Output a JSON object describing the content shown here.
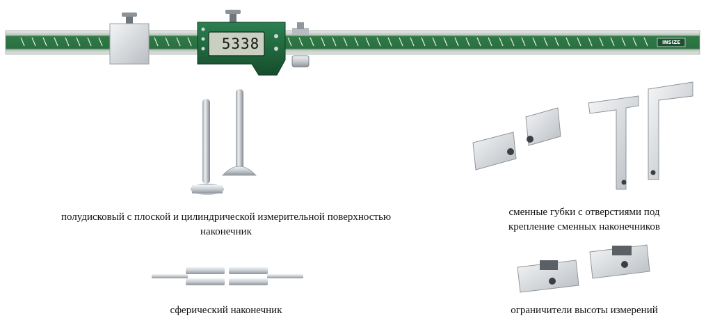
{
  "display": {
    "reading": "5338"
  },
  "brand": {
    "logo_text": "INSIZE"
  },
  "captions": {
    "half_disc": [
      "полудисковый с плоской и цилиндрической измерительной поверхностью",
      "наконечник"
    ],
    "jaws": [
      "сменные губки с отверстиями под",
      "крепление сменных наконечников"
    ],
    "spherical": [
      "сферический наконечник"
    ],
    "limiters": [
      "ограничители высоты измерений"
    ]
  },
  "colors": {
    "beam_green": "#2f7a45",
    "display_body": "#1f6b3c",
    "lcd": "#c9d0c2"
  }
}
